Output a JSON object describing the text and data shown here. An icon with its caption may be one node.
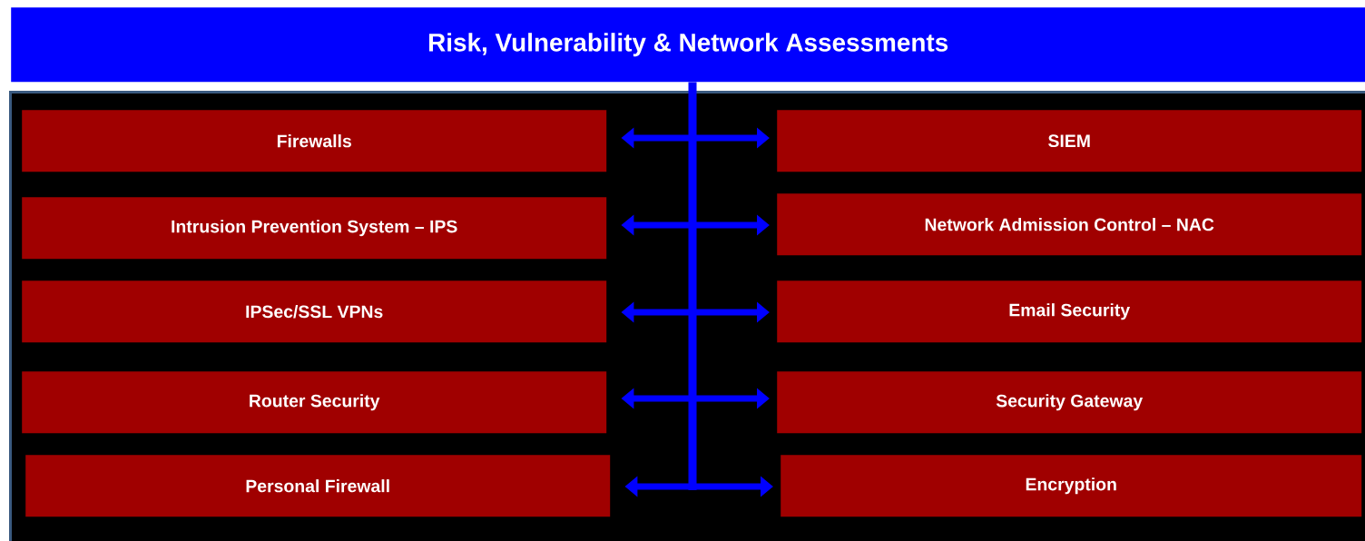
{
  "diagram": {
    "nodes": [
      {
        "text": [
          "Risk, Vulnerability & Network  Assessments"
        ]
      },
      {
        "text": [],
        "shape": "box"
      },
      {
        "text": [
          "Firewalls"
        ],
        "in": 1
      },
      {
        "text": [
          "SIEM"
        ],
        "in": 1
      },
      {
        "text": [
          "Intrusion Prevention System – IPS"
        ],
        "in": 1
      },
      {
        "text": [
          "Network Admission Control – NAC"
        ],
        "in": 1
      },
      {
        "text": [
          "IPSec/SSL VPNs"
        ],
        "in": 1
      },
      {
        "text": [
          "Email Security"
        ],
        "in": 1
      },
      {
        "text": [
          "Router Security"
        ],
        "in": 1
      },
      {
        "text": [
          "Security Gateway"
        ],
        "in": 1
      },
      {
        "text": [
          "Personal Firewall"
        ],
        "in": 1
      },
      {
        "text": [
          "Encryption"
        ],
        "in": 1
      }
    ],
    "edges": [
      {
        "from": 0,
        "to": null,
        "arrow": "none"
      },
      {
        "from": 2,
        "to": 3,
        "arrow": "both"
      },
      {
        "from": 4,
        "to": 5,
        "arrow": "both"
      },
      {
        "from": 6,
        "to": 7,
        "arrow": "both"
      },
      {
        "from": 8,
        "to": 9,
        "arrow": "both"
      },
      {
        "from": 10,
        "to": 11,
        "arrow": "both"
      }
    ]
  }
}
